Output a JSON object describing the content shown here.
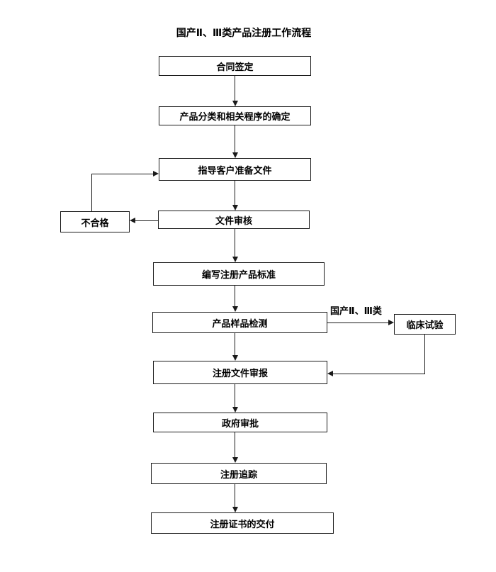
{
  "diagram": {
    "title": "国产Ⅱ、Ⅲ类产品注册工作流程",
    "nodes": [
      {
        "id": "contract-signing",
        "label": "合同签定"
      },
      {
        "id": "product-classification",
        "label": "产品分类和相关程序的确定"
      },
      {
        "id": "guide-client-docs",
        "label": "指导客户准备文件"
      },
      {
        "id": "document-review",
        "label": "文件审核"
      },
      {
        "id": "write-product-standard",
        "label": "编写注册产品标准"
      },
      {
        "id": "product-sample-testing",
        "label": "产品样品检测"
      },
      {
        "id": "registration-submission",
        "label": "注册文件审报"
      },
      {
        "id": "government-approval",
        "label": "政府审批"
      },
      {
        "id": "registration-tracking",
        "label": "注册追踪"
      },
      {
        "id": "certificate-delivery",
        "label": "注册证书的交付"
      }
    ],
    "side_nodes": {
      "unqualified": {
        "label": "不合格"
      },
      "clinical_trial": {
        "label": "临床试验"
      }
    },
    "edge_labels": {
      "domestic_class": "国产Ⅱ、Ⅲ类"
    },
    "edges": [
      {
        "from": "contract-signing",
        "to": "product-classification"
      },
      {
        "from": "product-classification",
        "to": "guide-client-docs"
      },
      {
        "from": "guide-client-docs",
        "to": "document-review"
      },
      {
        "from": "document-review",
        "to": "unqualified"
      },
      {
        "from": "unqualified",
        "to": "guide-client-docs"
      },
      {
        "from": "document-review",
        "to": "write-product-standard"
      },
      {
        "from": "write-product-standard",
        "to": "product-sample-testing"
      },
      {
        "from": "product-sample-testing",
        "to": "clinical-trial",
        "label": "国产Ⅱ、Ⅲ类"
      },
      {
        "from": "clinical-trial",
        "to": "registration-submission"
      },
      {
        "from": "product-sample-testing",
        "to": "registration-submission"
      },
      {
        "from": "registration-submission",
        "to": "government-approval"
      },
      {
        "from": "government-approval",
        "to": "registration-tracking"
      },
      {
        "from": "registration-tracking",
        "to": "certificate-delivery"
      }
    ]
  },
  "colors": {
    "background": "#ffffff",
    "line": "#1a1a1a",
    "box_border": "#1a1a1a",
    "box_fill": "#ffffff",
    "text": "#000000"
  }
}
